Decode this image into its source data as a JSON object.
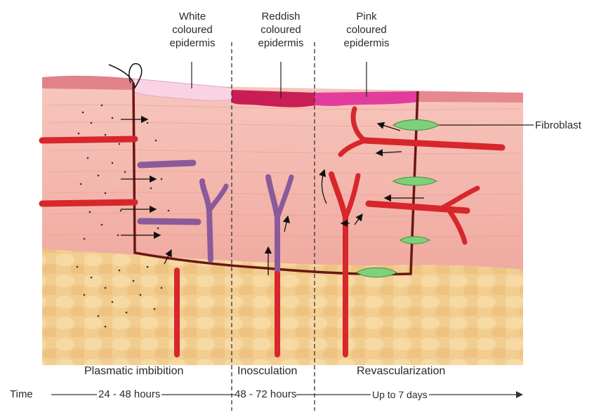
{
  "top_labels": {
    "white": [
      "White",
      "coloured",
      "epidermis"
    ],
    "reddish": [
      "Reddish",
      "coloured",
      "epidermis"
    ],
    "pink": [
      "Pink",
      "coloured",
      "epidermis"
    ]
  },
  "side_labels": {
    "fibroblast": "Fibroblast"
  },
  "stages": {
    "plasmatic": "Plasmatic imbibition",
    "inosculation": "Inosculation",
    "revascularization": "Revascularization"
  },
  "timeline": {
    "label": "Time",
    "stage1": "24 - 48 hours",
    "stage2": "48 - 72 hours",
    "stage3": "Up to 7 days"
  },
  "colors": {
    "dermis": "#f5bcb4",
    "fat": "#f0c98a",
    "vessel": "#d7262c",
    "vein": "#8a5a9a",
    "fibroblast": "#7ed07a",
    "white_epidermis": "#f9d3e4",
    "reddish_epidermis": "#c81e55",
    "pink_epidermis": "#e23d9c"
  }
}
